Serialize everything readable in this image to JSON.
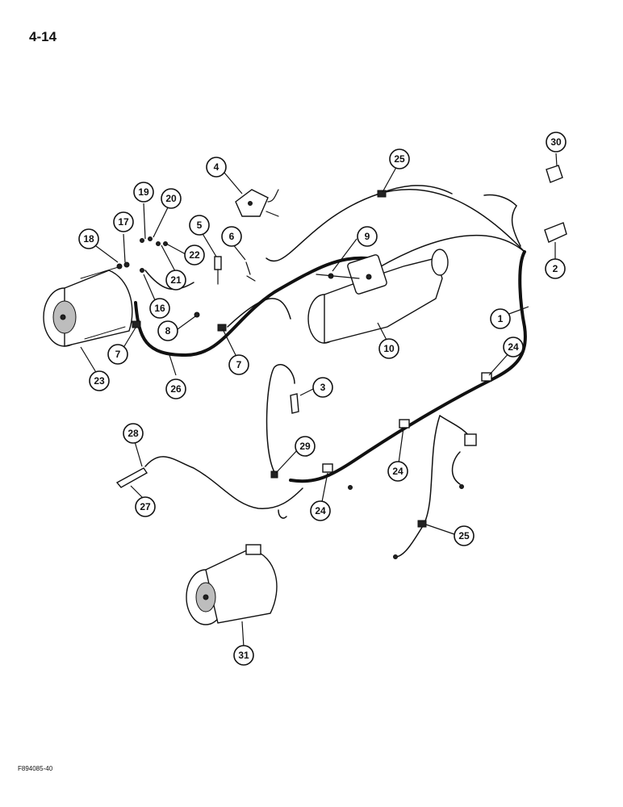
{
  "page_number": "4-14",
  "figure_code": "F894085-40",
  "callouts": [
    {
      "id": "c1",
      "label": "1"
    },
    {
      "id": "c2",
      "label": "2"
    },
    {
      "id": "c3",
      "label": "3"
    },
    {
      "id": "c4",
      "label": "4"
    },
    {
      "id": "c5",
      "label": "5"
    },
    {
      "id": "c6",
      "label": "6"
    },
    {
      "id": "c7a",
      "label": "7"
    },
    {
      "id": "c7b",
      "label": "7"
    },
    {
      "id": "c8",
      "label": "8"
    },
    {
      "id": "c9",
      "label": "9"
    },
    {
      "id": "c10",
      "label": "10"
    },
    {
      "id": "c16",
      "label": "16"
    },
    {
      "id": "c17",
      "label": "17"
    },
    {
      "id": "c18",
      "label": "18"
    },
    {
      "id": "c19",
      "label": "19"
    },
    {
      "id": "c20",
      "label": "20"
    },
    {
      "id": "c21",
      "label": "21"
    },
    {
      "id": "c22",
      "label": "22"
    },
    {
      "id": "c23",
      "label": "23"
    },
    {
      "id": "c24a",
      "label": "24"
    },
    {
      "id": "c24b",
      "label": "24"
    },
    {
      "id": "c24c",
      "label": "24"
    },
    {
      "id": "c25a",
      "label": "25"
    },
    {
      "id": "c25b",
      "label": "25"
    },
    {
      "id": "c26",
      "label": "26"
    },
    {
      "id": "c27",
      "label": "27"
    },
    {
      "id": "c28",
      "label": "28"
    },
    {
      "id": "c29",
      "label": "29"
    },
    {
      "id": "c30",
      "label": "30"
    },
    {
      "id": "c31",
      "label": "31"
    }
  ]
}
